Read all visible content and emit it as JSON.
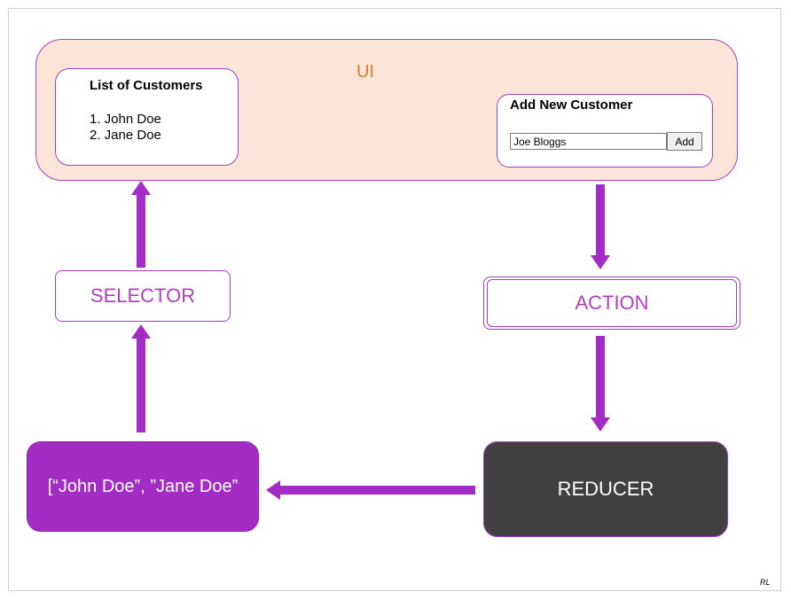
{
  "ui_panel": {
    "label": "UI"
  },
  "customer_list": {
    "title": "List of Customers",
    "items": [
      "1. John Doe",
      "2. Jane Doe"
    ]
  },
  "add_customer": {
    "title": "Add New Customer",
    "input_value": "Joe Bloggs",
    "button_label": "Add"
  },
  "selector": {
    "label": "SELECTOR"
  },
  "action": {
    "label": "ACTION"
  },
  "reducer": {
    "label": "REDUCER"
  },
  "state": {
    "text": "[“John Doe”, ”Jane Doe”"
  },
  "credit": "RL",
  "colors": {
    "accent_purple": "#a22cc4",
    "ui_background": "#fbe5d8",
    "ui_label": "#e07a2a",
    "reducer_background": "#404040"
  }
}
